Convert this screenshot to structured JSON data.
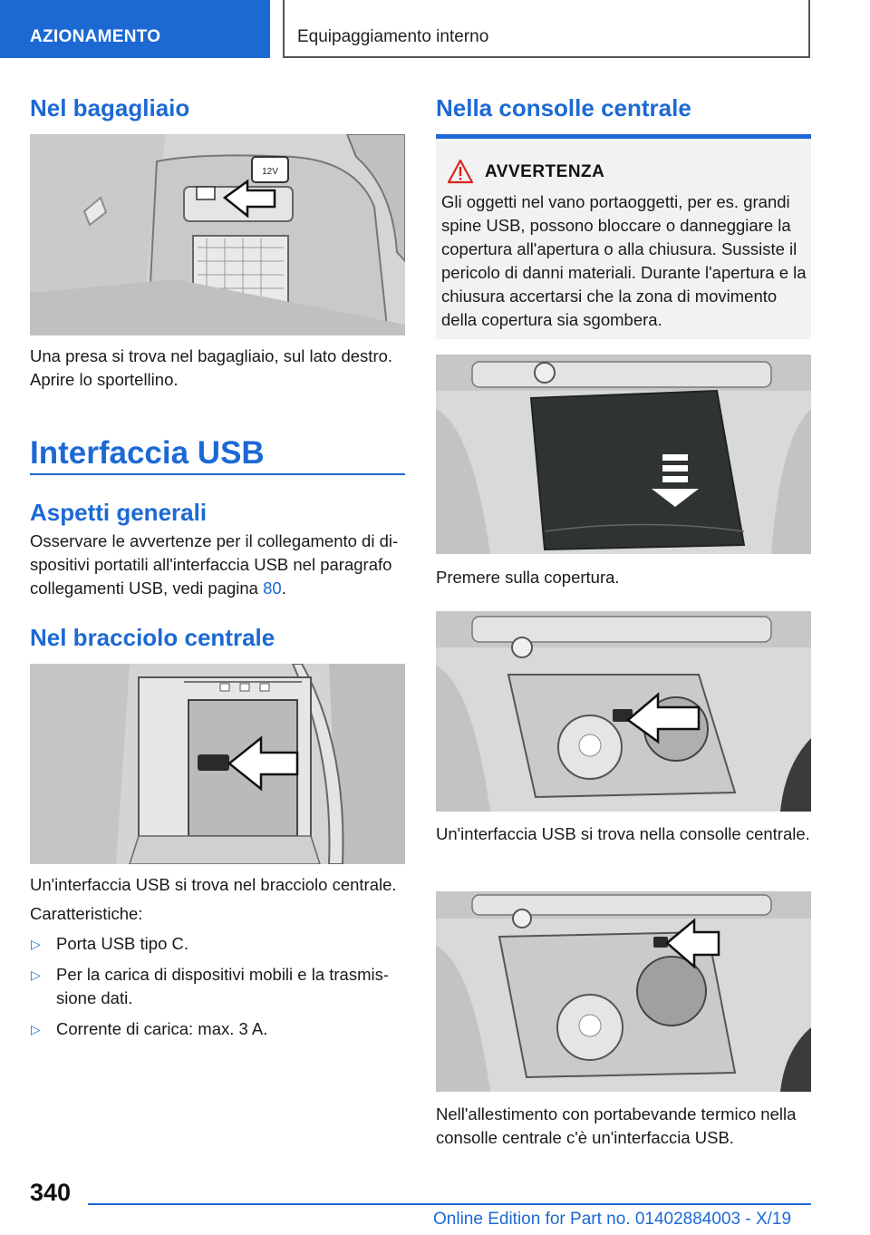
{
  "header": {
    "section": "AZIONAMENTO",
    "chapter": "Equipaggiamento interno"
  },
  "left": {
    "luggage": {
      "title": "Nel bagagliaio",
      "figure_label": "12V",
      "text": "Una presa si trova nel bagagliaio, sul lato destro. Aprire lo sportellino."
    },
    "usb": {
      "title": "Interfaccia USB",
      "general_title": "Aspetti generali",
      "general_text": "Osservare le avvertenze per il collegamento di di­spositivi portatili all'interfaccia USB nel paragrafo collegamenti USB, vedi pagina ",
      "general_link": "80",
      "general_end": "."
    },
    "armrest": {
      "title": "Nel bracciolo centrale",
      "text": "Un'interfaccia USB si trova nel bracciolo centrale.",
      "features_label": "Caratteristiche:",
      "features": [
        {
          "marker": "▷",
          "text": "Porta USB tipo C."
        },
        {
          "marker": "▷",
          "text": "Per la carica di dispositivi mobili e la trasmis­sione dati."
        },
        {
          "marker": "▷",
          "text": "Corrente di carica: max. 3 A."
        }
      ]
    }
  },
  "right": {
    "console": {
      "title": "Nella consolle centrale",
      "warning_title": "AVVERTENZA",
      "warning_text": "Gli oggetti nel vano portaoggetti, per es. grandi spine USB, possono bloccare o danneggiare la copertura all'apertura o alla chiusura. Sussiste il pericolo di danni materiali. Durante l'apertura e la chiusura accertarsi che la zona di movimento della copertura sia sgombera.",
      "caption_press": "Premere sulla copertura.",
      "caption_usb": "Un'interfaccia USB si trova nella consolle cen­trale.",
      "caption_thermal": "Nell'allestimento con portabevande termico nella consolle centrale c'è un'interfaccia USB."
    }
  },
  "footer": {
    "page_number": "340",
    "edition": "Online Edition for Part no. 01402884003 - X/19"
  },
  "colors": {
    "accent": "#1c69d4",
    "warning_icon": "#d9261c"
  }
}
